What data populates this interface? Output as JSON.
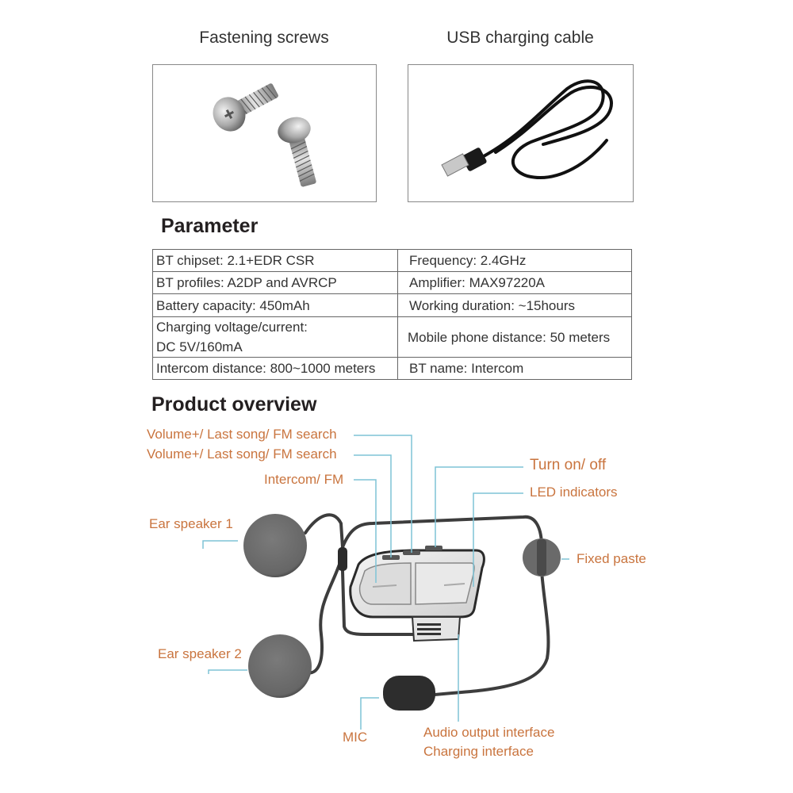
{
  "accessories": {
    "screws_caption": "Fastening screws",
    "cable_caption": "USB charging cable",
    "screws_icon": "screw-icon",
    "cable_icon": "usb-cable-icon"
  },
  "parameter": {
    "title": "Parameter",
    "rows": [
      {
        "left": "BT chipset: 2.1+EDR CSR",
        "right": "Frequency: 2.4GHz"
      },
      {
        "left": "BT profiles: A2DP and AVRCP",
        "right": "Amplifier: MAX97220A"
      },
      {
        "left": "Battery capacity: 450mAh",
        "right": "Working duration: ~15hours"
      },
      {
        "left_line1": "Charging voltage/current:",
        "left_line2": "DC 5V/160mA",
        "right": "Mobile phone distance: 50 meters"
      },
      {
        "left": "Intercom distance: 800~1000 meters",
        "right": "BT name: Intercom"
      }
    ]
  },
  "overview": {
    "title": "Product overview",
    "labels": {
      "vol1": "Volume+/ Last song/ FM search",
      "vol2": "Volume+/ Last song/ FM search",
      "intercom": "Intercom/ FM",
      "turn_on": "Turn on/ off",
      "led": "LED indicators",
      "ear1": "Ear speaker 1",
      "ear2": "Ear speaker 2",
      "fixed": "Fixed paste",
      "mic": "MIC",
      "audio": "Audio output interface",
      "charging": "Charging interface"
    },
    "colors": {
      "label": "#c9743e",
      "leader": "#7fc3d6"
    }
  }
}
